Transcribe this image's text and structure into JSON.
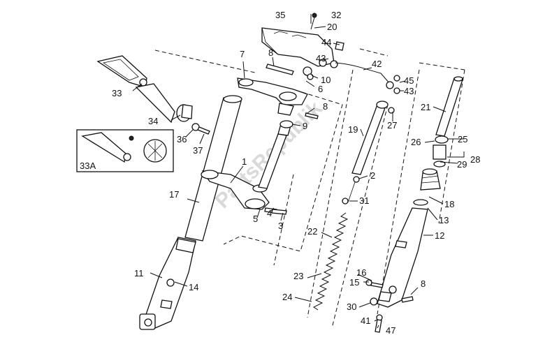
{
  "watermark": "PartsRepublik",
  "callouts": {
    "c1": "1",
    "c2": "2",
    "c3": "3",
    "c4": "4",
    "c5": "5",
    "c6": "6",
    "c7": "7",
    "c8a": "8",
    "c8b": "8",
    "c8c": "8",
    "c9": "9",
    "c10": "10",
    "c11": "11",
    "c12": "12",
    "c13": "13",
    "c14": "14",
    "c15": "15",
    "c16": "16",
    "c17": "17",
    "c18": "18",
    "c19": "19",
    "c20": "20",
    "c21": "21",
    "c22": "22",
    "c23": "23",
    "c24": "24",
    "c25": "25",
    "c26": "26",
    "c27": "27",
    "c28": "28",
    "c29": "29",
    "c30": "30",
    "c31": "31",
    "c32": "32",
    "c33": "33",
    "c33a": "33A",
    "c34": "34",
    "c35": "35",
    "c36": "36",
    "c37": "37",
    "c41": "41",
    "c42": "42",
    "c43a": "43",
    "c43b": "43",
    "c44": "44",
    "c45": "45",
    "c47": "47"
  }
}
